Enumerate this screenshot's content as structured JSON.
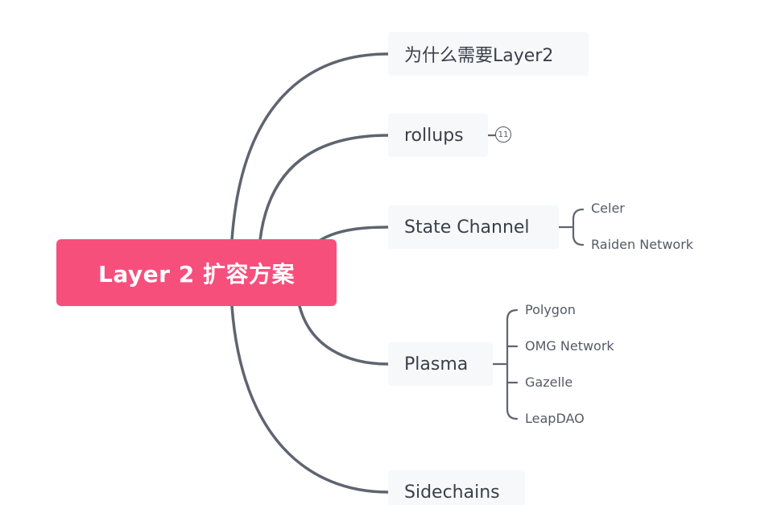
{
  "root": {
    "label": "Layer 2 扩容方案"
  },
  "branches": [
    {
      "label": "为什么需要Layer2"
    },
    {
      "label": "rollups",
      "collapsed_count": "11"
    },
    {
      "label": "State Channel",
      "children": [
        "Celer",
        "Raiden Network"
      ]
    },
    {
      "label": "Plasma",
      "children": [
        "Polygon",
        "OMG Network",
        "Gazelle",
        "LeapDAO"
      ]
    },
    {
      "label": "Sidechains"
    }
  ],
  "colors": {
    "root_fill": "#f74f7c",
    "root_text": "#ffffff",
    "connector": "#5f6470",
    "branch_fill": "#f7f8fa",
    "text": "#3a3f4a"
  }
}
